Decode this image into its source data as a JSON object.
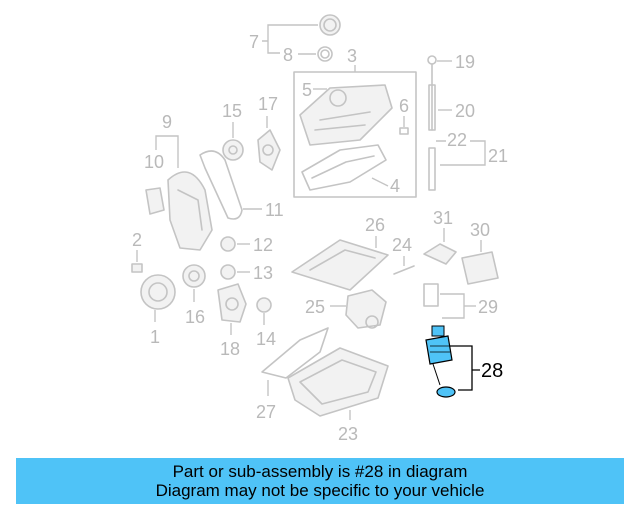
{
  "diagram": {
    "labels": [
      "1",
      "2",
      "3",
      "4",
      "5",
      "6",
      "7",
      "8",
      "9",
      "10",
      "11",
      "12",
      "13",
      "14",
      "15",
      "16",
      "17",
      "18",
      "19",
      "20",
      "21",
      "22",
      "23",
      "24",
      "25",
      "26",
      "27",
      "29",
      "30",
      "31"
    ],
    "highlighted_label": "28",
    "highlight_color": "#4fc3f7"
  },
  "banner": {
    "line1": "Part or sub-assembly is #28 in diagram",
    "line2": "Diagram may not be specific to your vehicle",
    "background": "#4fc3f7"
  }
}
